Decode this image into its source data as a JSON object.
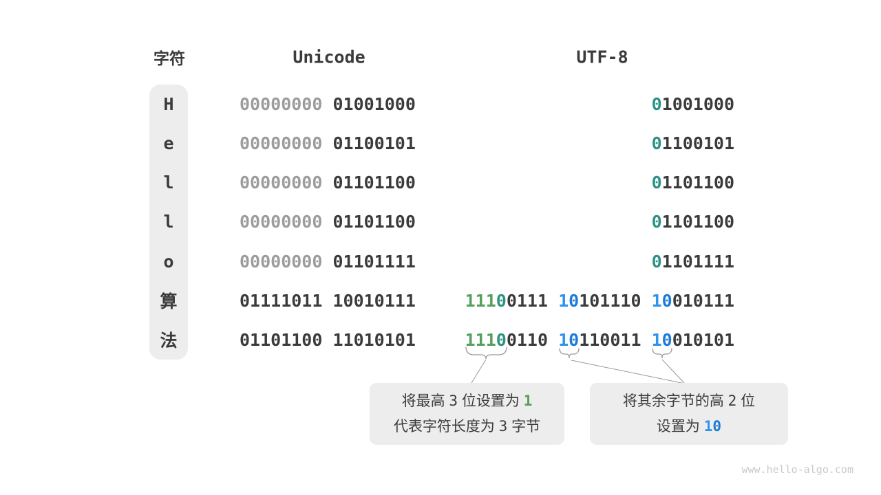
{
  "colors": {
    "ink": "#3b3b3b",
    "muted": "#9c9c9c",
    "green": "#55a05c",
    "teal": "#2b9384",
    "blue": "#2d94ee",
    "blue_dark": "#1a7cd6",
    "panel": "#ededed",
    "connector": "#999999",
    "watermark": "#c9c9c9"
  },
  "header": {
    "char_label": "字符",
    "unicode_label": "Unicode",
    "utf8_label": "UTF-8"
  },
  "table": {
    "rows": [
      {
        "char": "H",
        "unicode": [
          {
            "t": "00000000",
            "c": "muted"
          },
          {
            "t": " 01001000",
            "c": "ink"
          }
        ],
        "utf8": [
          {
            "t": "0",
            "c": "teal",
            "b": 1
          },
          {
            "t": "1001000",
            "c": "ink"
          }
        ]
      },
      {
        "char": "e",
        "unicode": [
          {
            "t": "00000000",
            "c": "muted"
          },
          {
            "t": " 01100101",
            "c": "ink"
          }
        ],
        "utf8": [
          {
            "t": "0",
            "c": "teal",
            "b": 1
          },
          {
            "t": "1100101",
            "c": "ink"
          }
        ]
      },
      {
        "char": "l",
        "unicode": [
          {
            "t": "00000000",
            "c": "muted"
          },
          {
            "t": " 01101100",
            "c": "ink"
          }
        ],
        "utf8": [
          {
            "t": "0",
            "c": "teal",
            "b": 1
          },
          {
            "t": "1101100",
            "c": "ink"
          }
        ]
      },
      {
        "char": "l",
        "unicode": [
          {
            "t": "00000000",
            "c": "muted"
          },
          {
            "t": " 01101100",
            "c": "ink"
          }
        ],
        "utf8": [
          {
            "t": "0",
            "c": "teal",
            "b": 1
          },
          {
            "t": "1101100",
            "c": "ink"
          }
        ]
      },
      {
        "char": "o",
        "unicode": [
          {
            "t": "00000000",
            "c": "muted"
          },
          {
            "t": " 01101111",
            "c": "ink"
          }
        ],
        "utf8": [
          {
            "t": "0",
            "c": "teal",
            "b": 1
          },
          {
            "t": "1101111",
            "c": "ink"
          }
        ]
      },
      {
        "char": "算",
        "unicode": [
          {
            "t": "01111011 10010111",
            "c": "ink"
          }
        ],
        "utf8": [
          {
            "t": "111",
            "c": "green",
            "b": 1
          },
          {
            "t": "0",
            "c": "teal",
            "b": 1
          },
          {
            "t": "0111 ",
            "c": "ink"
          },
          {
            "t": "1",
            "c": "blue",
            "b": 1
          },
          {
            "t": "0",
            "c": "blue_dark",
            "b": 1
          },
          {
            "t": "101110 ",
            "c": "ink"
          },
          {
            "t": "1",
            "c": "blue",
            "b": 1
          },
          {
            "t": "0",
            "c": "blue_dark",
            "b": 1
          },
          {
            "t": "010111",
            "c": "ink"
          }
        ]
      },
      {
        "char": "法",
        "unicode": [
          {
            "t": "01101100 11010101",
            "c": "ink"
          }
        ],
        "utf8": [
          {
            "t": "111",
            "c": "green",
            "b": 1
          },
          {
            "t": "0",
            "c": "teal",
            "b": 1
          },
          {
            "t": "0110 ",
            "c": "ink"
          },
          {
            "t": "1",
            "c": "blue",
            "b": 1
          },
          {
            "t": "0",
            "c": "blue_dark",
            "b": 1
          },
          {
            "t": "110011 ",
            "c": "ink"
          },
          {
            "t": "1",
            "c": "blue",
            "b": 1
          },
          {
            "t": "0",
            "c": "blue_dark",
            "b": 1
          },
          {
            "t": "010101",
            "c": "ink"
          }
        ]
      }
    ]
  },
  "callouts": {
    "left": {
      "lines": [
        [
          {
            "t": "将最高 ",
            "c": "ink"
          },
          {
            "t": "3",
            "c": "ink",
            "m": 1
          },
          {
            "t": " 位设置为 ",
            "c": "ink"
          },
          {
            "t": "1",
            "c": "green",
            "m": 1,
            "b": 1
          }
        ],
        [
          {
            "t": "代表字符长度为 ",
            "c": "ink"
          },
          {
            "t": "3",
            "c": "ink",
            "m": 1
          },
          {
            "t": " 字节",
            "c": "ink"
          }
        ]
      ]
    },
    "right": {
      "lines": [
        [
          {
            "t": "将其余字节的高 ",
            "c": "ink"
          },
          {
            "t": "2",
            "c": "ink",
            "m": 1
          },
          {
            "t": " 位",
            "c": "ink"
          }
        ],
        [
          {
            "t": "设置为 ",
            "c": "ink"
          },
          {
            "t": "1",
            "c": "blue",
            "m": 1,
            "b": 1
          },
          {
            "t": "0",
            "c": "blue_dark",
            "m": 1,
            "b": 1
          }
        ]
      ]
    }
  },
  "watermark": "www.hello-algo.com"
}
